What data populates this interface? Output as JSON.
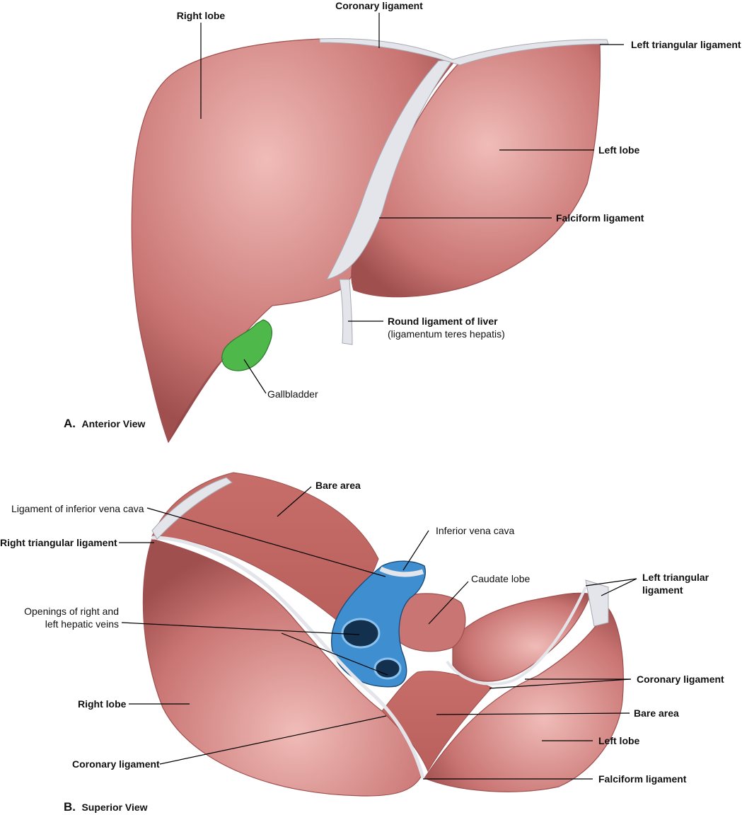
{
  "colors": {
    "liver": "#c97573",
    "liver_light": "#f0bcb8",
    "liver_dark": "#9e4f4e",
    "ligament": "#e3e5ea",
    "ligament_edge": "#a6a9b3",
    "gallbladder": "#4fb84a",
    "ivc": "#3f8fd0",
    "ivc_dark": "#13304e"
  },
  "anterior": {
    "view_letter": "A.",
    "view_title": "Anterior View",
    "labels": {
      "right_lobe": "Right lobe",
      "coronary_ligament": "Coronary ligament",
      "left_triangular_ligament": "Left triangular ligament",
      "left_lobe": "Left lobe",
      "falciform_ligament": "Falciform ligament",
      "round_ligament": "Round ligament of liver",
      "round_ligament_sub": "(ligamentum teres hepatis)",
      "gallbladder": "Gallbladder"
    }
  },
  "superior": {
    "view_letter": "B.",
    "view_title": "Superior View",
    "labels": {
      "bare_area_top": "Bare area",
      "ligament_ivc": "Ligament of inferior vena cava",
      "ivc": "Inferior vena cava",
      "right_triangular": "Right triangular ligament",
      "caudate_lobe": "Caudate lobe",
      "left_triangular_1": "Left triangular",
      "left_triangular_2": "ligament",
      "openings_1": "Openings of right and",
      "openings_2": "left hepatic veins",
      "coronary_right": "Coronary ligament",
      "right_lobe": "Right lobe",
      "bare_area_bottom": "Bare area",
      "left_lobe": "Left lobe",
      "coronary_bottom": "Coronary ligament",
      "falciform": "Falciform ligament"
    }
  }
}
